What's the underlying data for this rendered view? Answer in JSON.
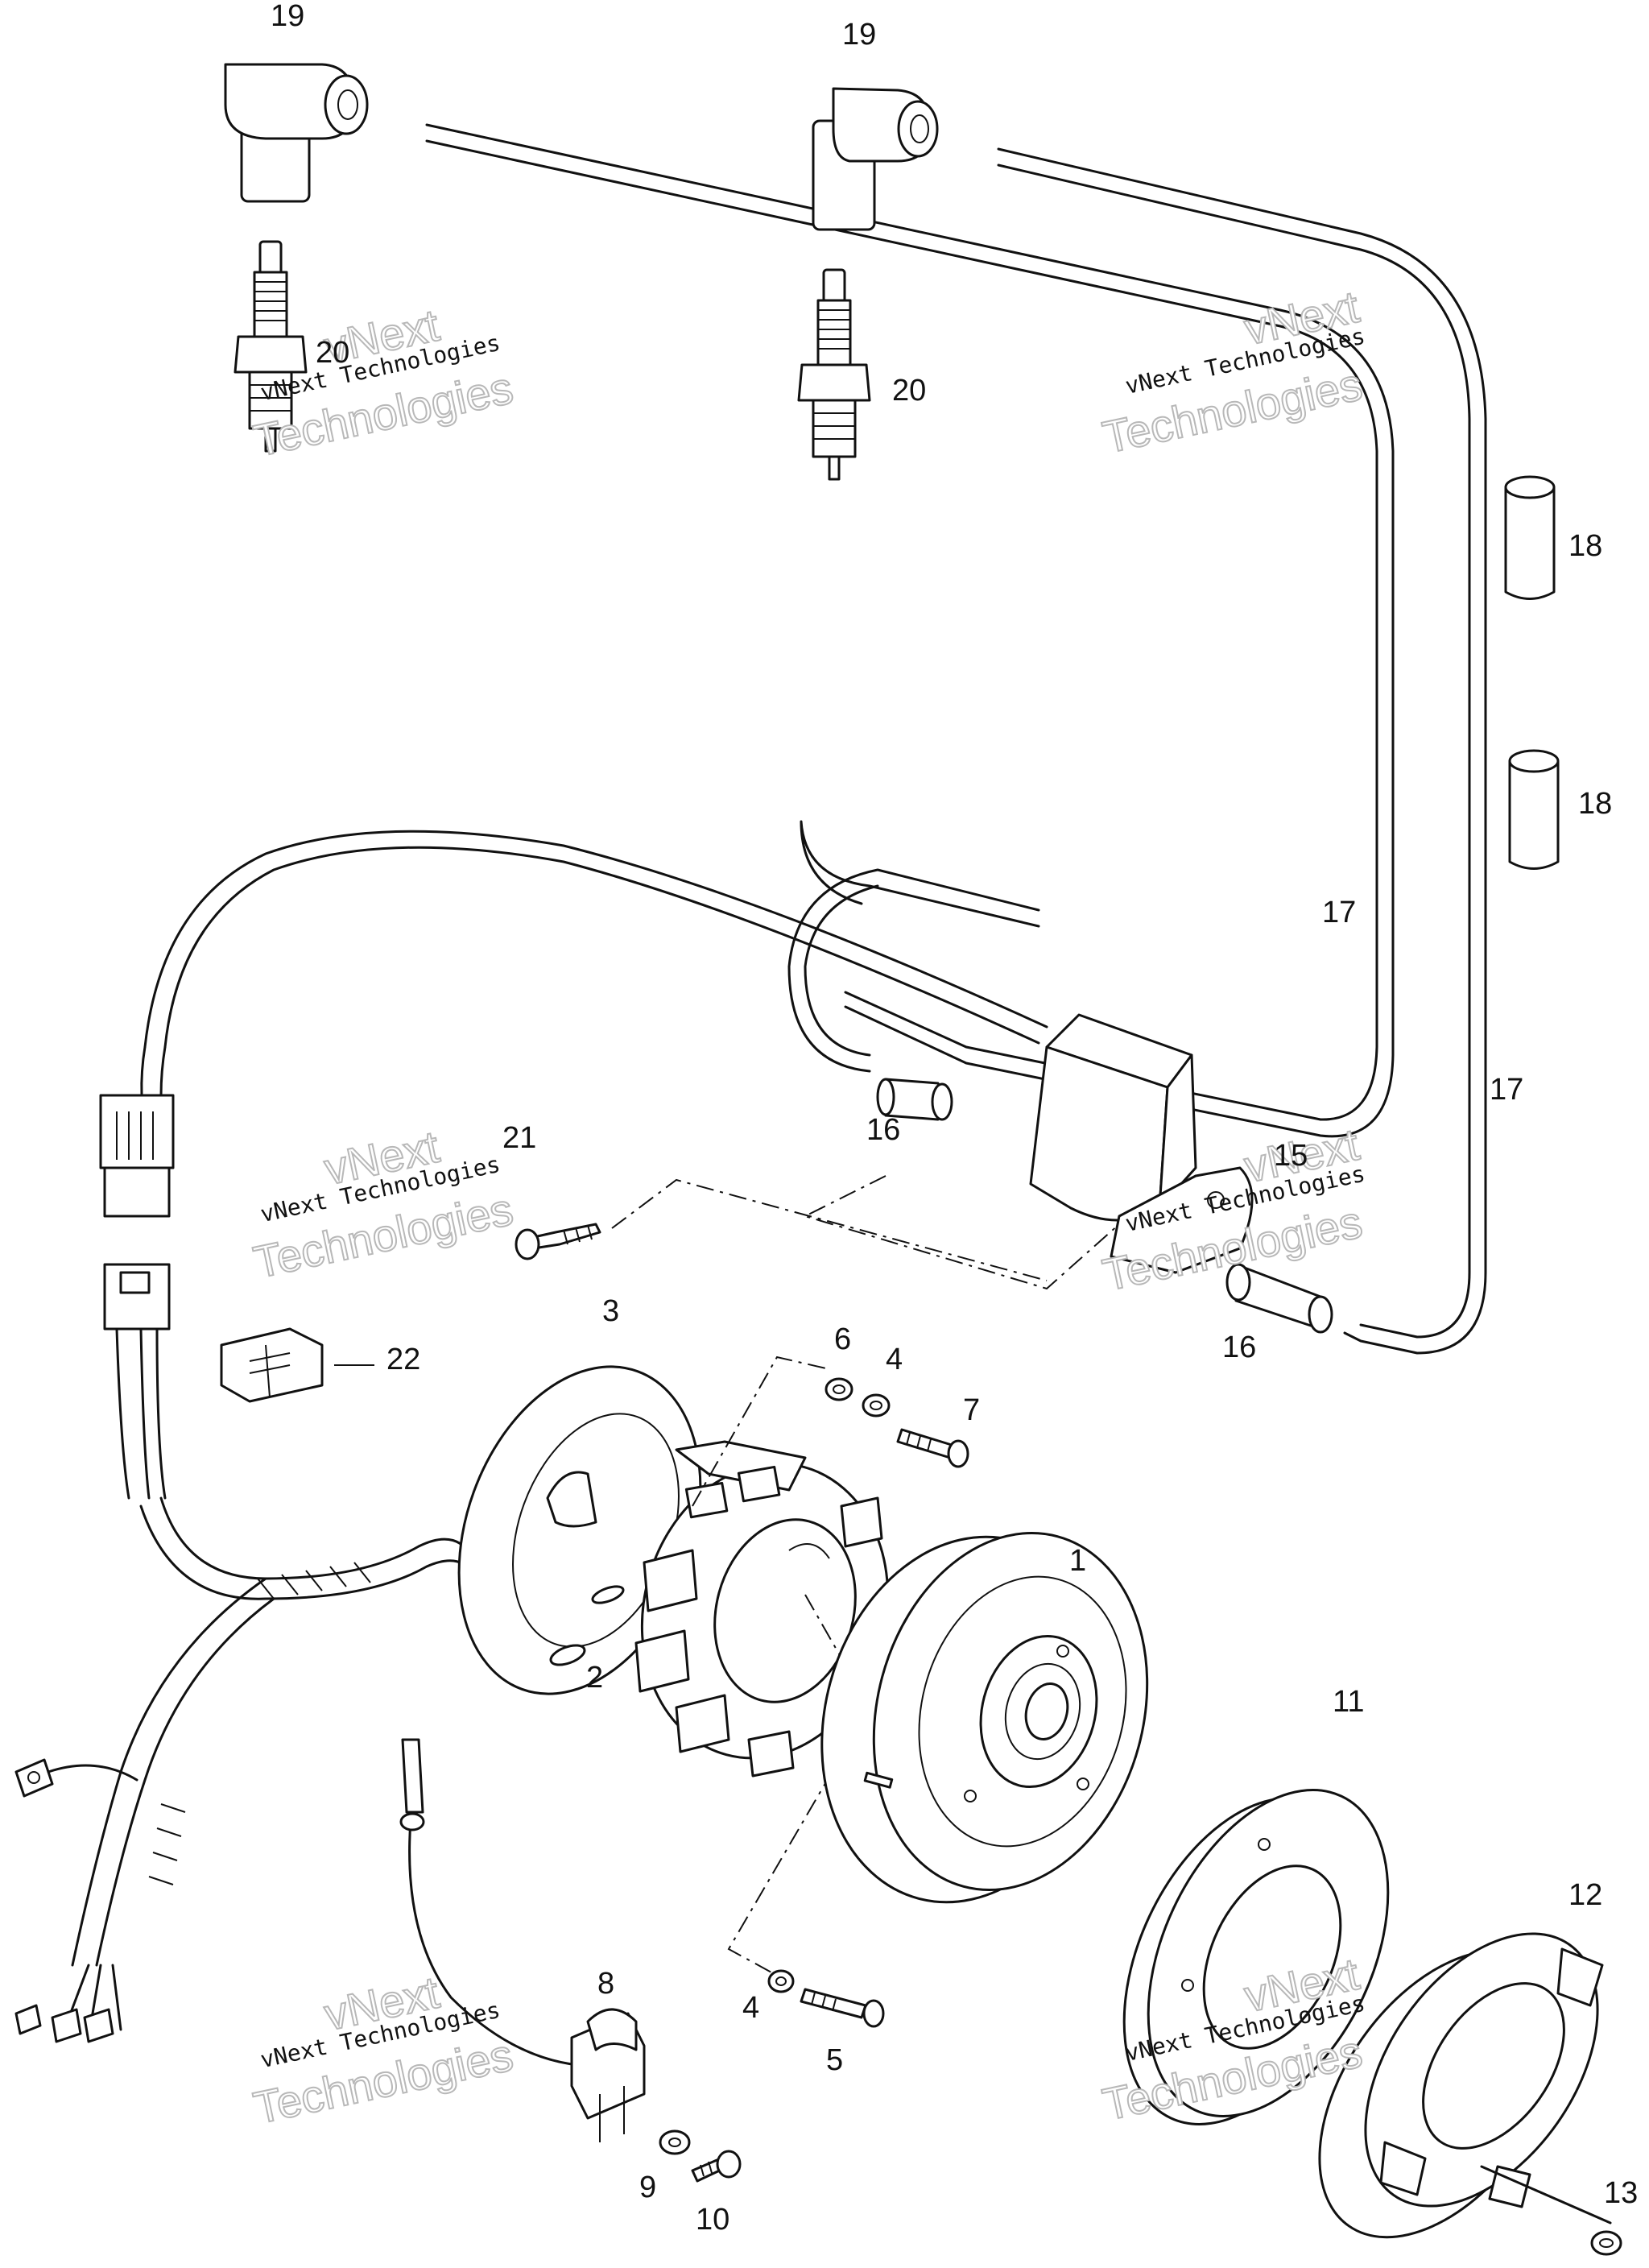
{
  "callouts": {
    "c1": "1",
    "c2": "2",
    "c3": "3",
    "c4a": "4",
    "c4b": "4",
    "c5": "5",
    "c6": "6",
    "c7": "7",
    "c8": "8",
    "c9": "9",
    "c10": "10",
    "c11": "11",
    "c12": "12",
    "c13": "13",
    "c15": "15",
    "c16a": "16",
    "c16b": "16",
    "c17a": "17",
    "c17b": "17",
    "c18a": "18",
    "c18b": "18",
    "c19a": "19",
    "c19b": "19",
    "c20a": "20",
    "c20b": "20",
    "c21": "21",
    "c22": "22"
  },
  "watermark": {
    "line1": "vNext",
    "line2": "vNext Technologies",
    "line3": "Technologies"
  }
}
